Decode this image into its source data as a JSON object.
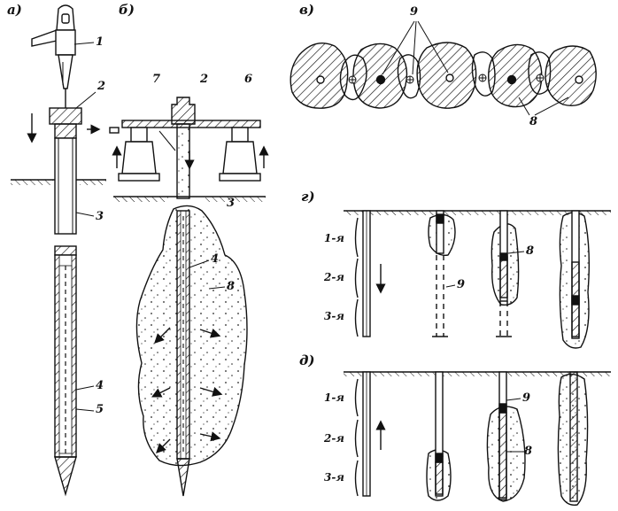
{
  "panels": {
    "a": "а)",
    "b": "б)",
    "v": "в)",
    "g": "г)",
    "d": "д)"
  },
  "callouts": {
    "a_1": "1",
    "a_2": "2",
    "a_3": "3",
    "a_4": "4",
    "a_5": "5",
    "b_7": "7",
    "b_2": "2",
    "b_6": "6",
    "b_3": "3",
    "b_4": "4",
    "b_8": "8",
    "v_9": "9",
    "v_8": "8",
    "g_8": "8",
    "g_9": "9",
    "d_9": "9",
    "d_8": "8"
  },
  "layers_g": [
    "1-я",
    "2-я",
    "3-я"
  ],
  "layers_d": [
    "1-я",
    "2-я",
    "3-я"
  ]
}
